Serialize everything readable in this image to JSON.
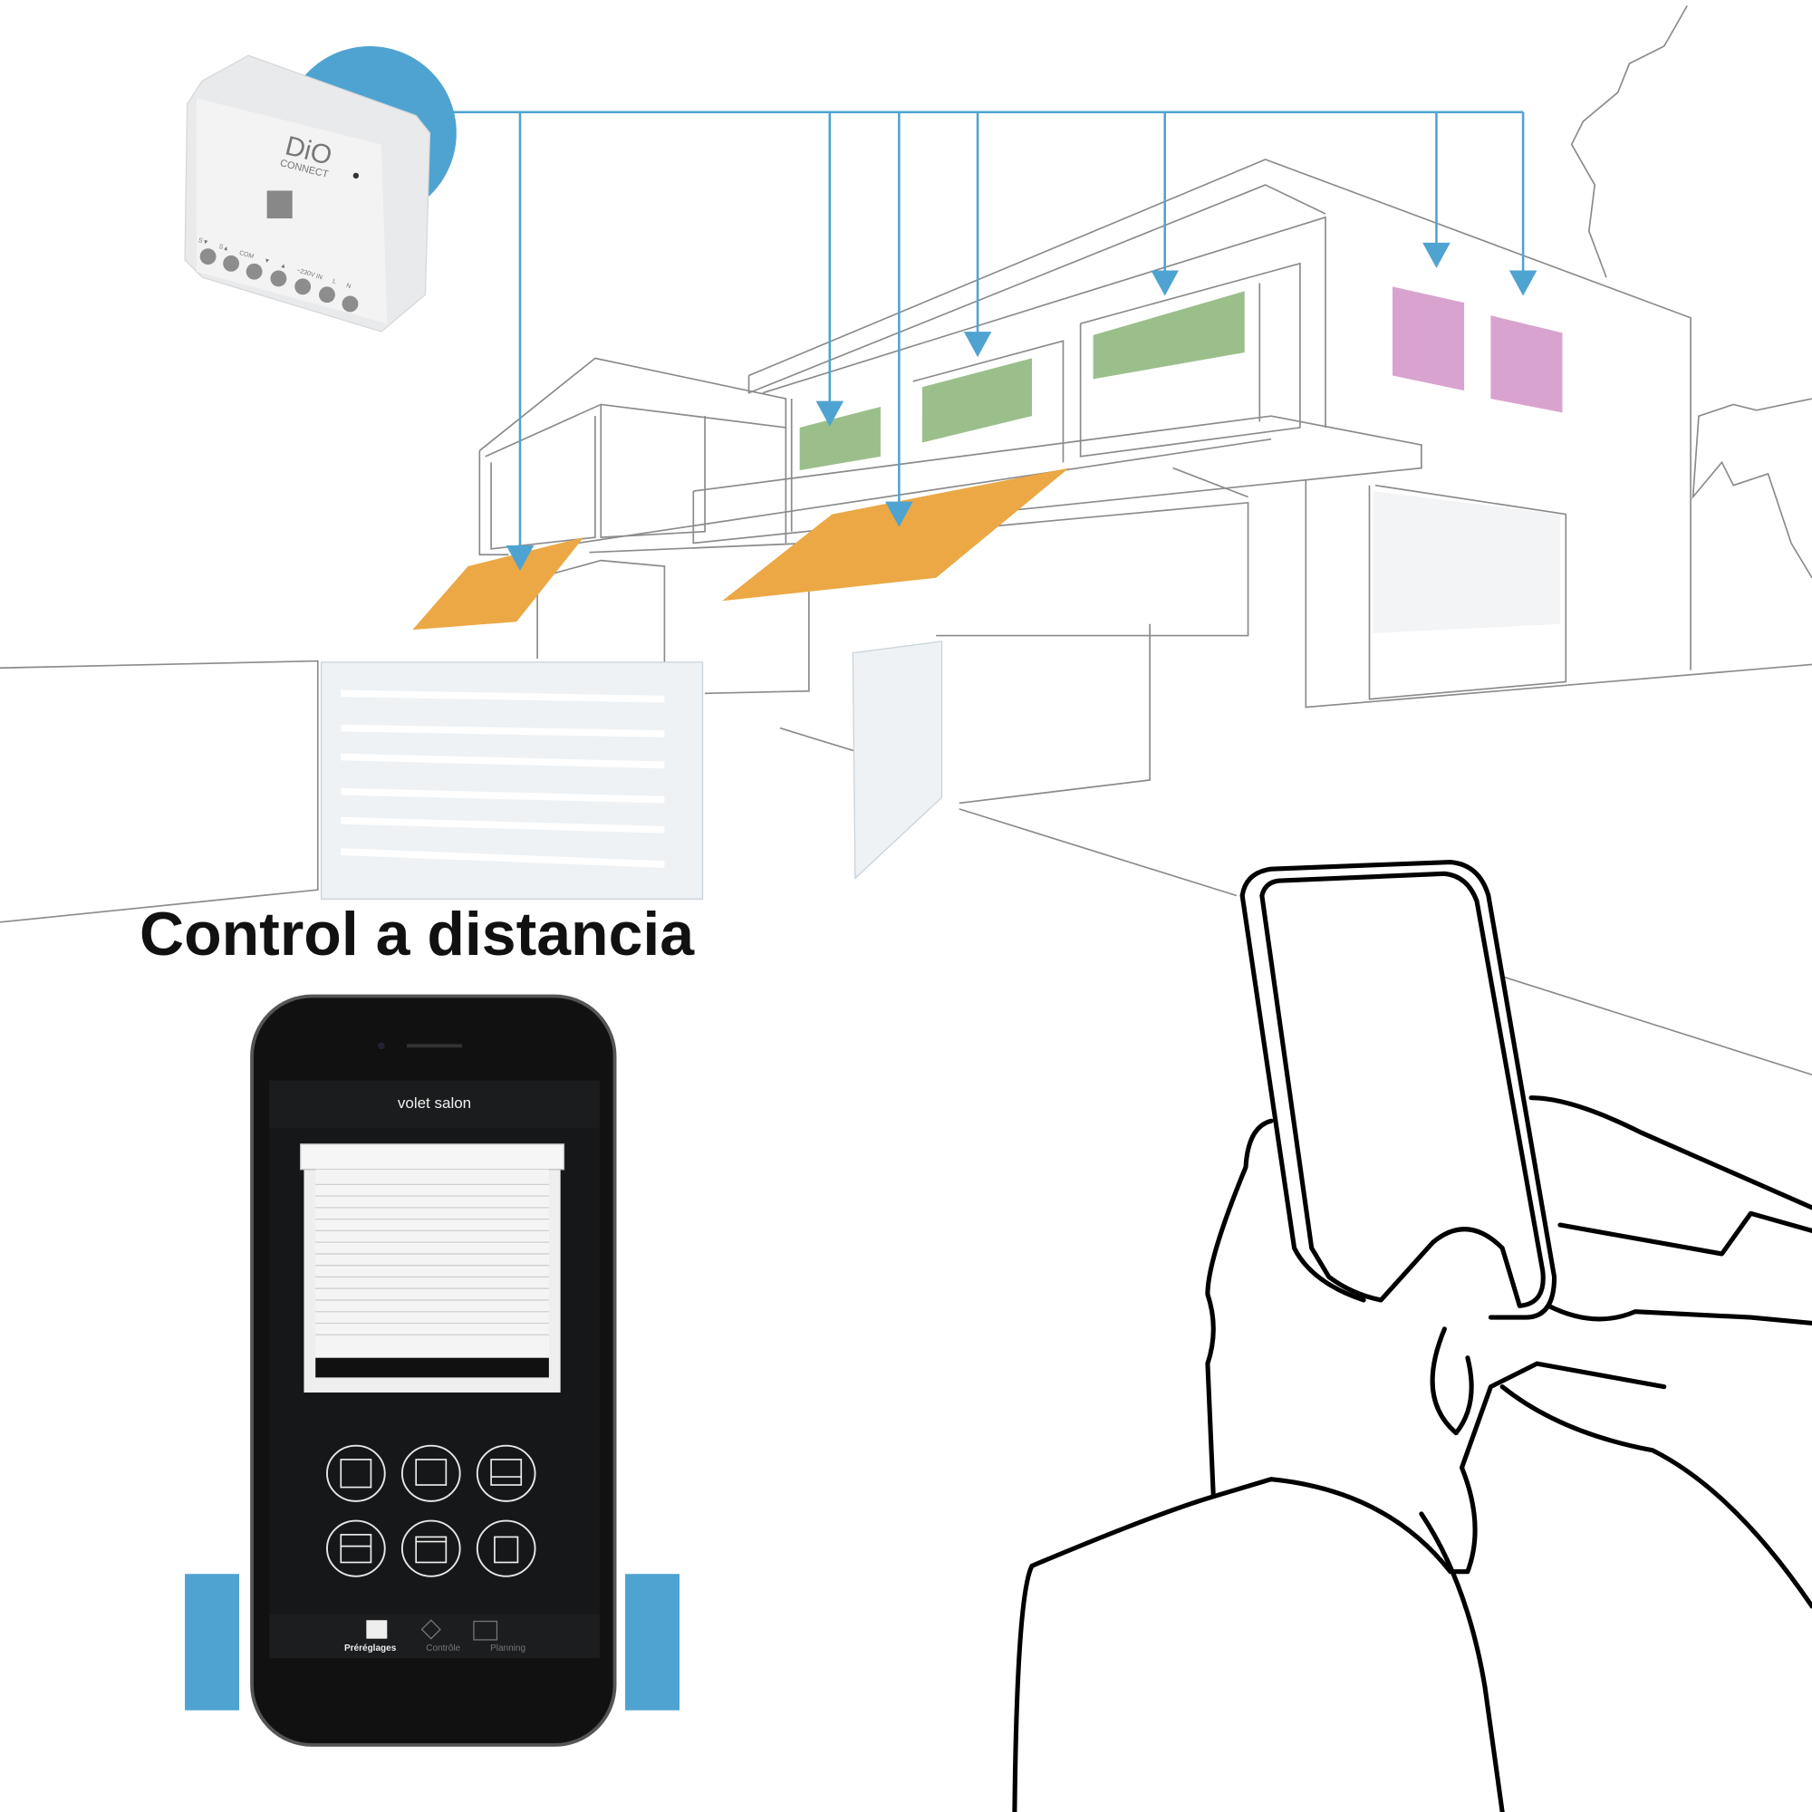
{
  "headline": "Control a distancia",
  "device": {
    "brand": "DiO",
    "sub_brand": "CONNECT",
    "terminals": [
      "S▼",
      "S▲",
      "COM",
      "▼",
      "▲",
      "L",
      "N"
    ],
    "power_label": "~230V IN"
  },
  "app": {
    "title": "volet salon",
    "presets": [
      "shutter-closed-icon",
      "shutter-mostly-closed-icon",
      "shutter-three-quarter-icon",
      "shutter-half-icon",
      "shutter-mostly-open-icon",
      "shutter-open-icon"
    ],
    "tabs": [
      {
        "label": "Préréglages",
        "icon": "shutter-preset-icon",
        "active": true
      },
      {
        "label": "Contrôle",
        "icon": "up-down-icon",
        "active": false
      },
      {
        "label": "Planning",
        "icon": "calendar-icon",
        "active": false
      }
    ]
  },
  "colors": {
    "wire_blue": "#4fa3d1",
    "awning_orange": "#eba844",
    "window_green": "#9bbf8b",
    "window_pink": "#d9a3cf",
    "phone_screen_gray": "#c4c4c4"
  }
}
